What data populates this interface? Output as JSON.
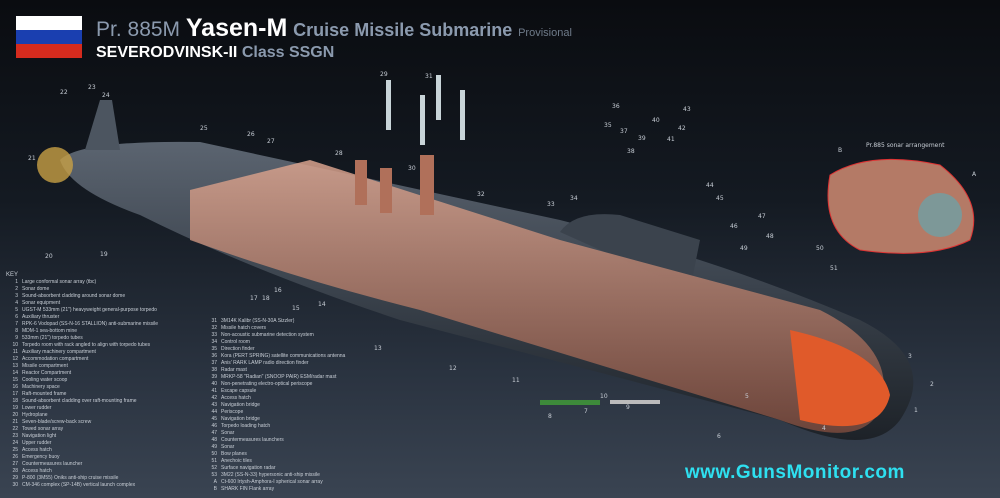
{
  "header": {
    "prefix": "Pr. 885M",
    "name": "Yasen-M",
    "type": "Cruise Missile Submarine",
    "status": "Provisional",
    "subtitle_bold": "SEVERODVINSK-II",
    "subtitle_rest": "Class SSGN"
  },
  "flag_colors": [
    "#ffffff",
    "#1a3fb0",
    "#d52b1e"
  ],
  "key": {
    "heading": "KEY",
    "col1": [
      [
        "1",
        "Large conformal sonar array (tbc)"
      ],
      [
        "2",
        "Sonar dome"
      ],
      [
        "3",
        "Sound-absorbent cladding around sonar dome"
      ],
      [
        "4",
        "Sonar equipment"
      ],
      [
        "5",
        "UGST-M 533mm (21\") heavyweight general-purpose torpedo"
      ],
      [
        "6",
        "Auxiliary thruster"
      ],
      [
        "7",
        "RPK-6 Vodopad (SS-N-16 STALLION) anti-submarine missile"
      ],
      [
        "8",
        "MDM-1 sea-bottom mine"
      ],
      [
        "9",
        "533mm (21\") torpedo tubes"
      ],
      [
        "10",
        "Torpedo room with rack angled to align with torpedo tubes"
      ],
      [
        "11",
        "Auxiliary machinery compartment"
      ],
      [
        "12",
        "Accommodation compartment"
      ],
      [
        "13",
        "Missile compartment"
      ],
      [
        "14",
        "Reactor Compartment"
      ],
      [
        "15",
        "Cooling water scoop"
      ],
      [
        "16",
        "Machinery space"
      ],
      [
        "17",
        "Raft-mounted frame"
      ],
      [
        "18",
        "Sound-absorbent cladding over raft-mounting frame"
      ],
      [
        "19",
        "Lower rudder"
      ],
      [
        "20",
        "Hydroplane"
      ],
      [
        "21",
        "Seven-blade/screw-back screw"
      ],
      [
        "22",
        "Towed sonar array"
      ],
      [
        "23",
        "Navigation light"
      ],
      [
        "24",
        "Upper rudder"
      ],
      [
        "25",
        "Access hatch"
      ],
      [
        "26",
        "Emergency buoy"
      ],
      [
        "27",
        "Countermeasures launcher"
      ],
      [
        "28",
        "Access hatch"
      ],
      [
        "29",
        "P-800 (3M55) Oniks anti-ship cruise missile"
      ],
      [
        "30",
        "CM-346 complex (SP-14B) vertical launch complex"
      ]
    ],
    "col2": [
      [
        "31",
        "3M14K Kalibr (SS-N-30A Sizzler)"
      ],
      [
        "32",
        "Missile hatch covers"
      ],
      [
        "33",
        "Non-acoustic submarine detection system"
      ],
      [
        "34",
        "Control room"
      ],
      [
        "35",
        "Direction finder"
      ],
      [
        "36",
        "Kora (PERT SPRING) satellite communications antenna"
      ],
      [
        "37",
        "Anis' RARK LAMP radio direction finder"
      ],
      [
        "38",
        "Radar mast"
      ],
      [
        "39",
        "MRKP-58 \"Radian\" (SNOOP PAIR) ESM/radar mast"
      ],
      [
        "40",
        "Non-penetrating electro-optical periscope"
      ],
      [
        "41",
        "Escape capsule"
      ],
      [
        "42",
        "Access hatch"
      ],
      [
        "43",
        "Navigation bridge"
      ],
      [
        "44",
        "Periscope"
      ],
      [
        "45",
        "Navigation bridge"
      ],
      [
        "46",
        "Torpedo loading hatch"
      ],
      [
        "47",
        "Sonar"
      ],
      [
        "48",
        "Countermeasures launchers"
      ],
      [
        "49",
        "Sonar"
      ],
      [
        "50",
        "Bow planes"
      ],
      [
        "51",
        "Anechoic tiles"
      ],
      [
        "52",
        "Surface navigation radar"
      ],
      [
        "53",
        "3M22 (SS-N-33) hypersonic anti-ship missile"
      ],
      [
        "A",
        "Ct-600 Irtysh-Amphora-I spherical sonar array"
      ],
      [
        "B",
        "SHARK FIN Flank array"
      ]
    ]
  },
  "callouts": [
    "22",
    "23",
    "24",
    "21",
    "20",
    "19",
    "25",
    "26",
    "27",
    "28",
    "29",
    "30",
    "31",
    "32",
    "33",
    "34",
    "35",
    "36",
    "37",
    "38",
    "39",
    "40",
    "41",
    "42",
    "43",
    "44",
    "45",
    "46",
    "47",
    "48",
    "49",
    "50",
    "51",
    "17",
    "18",
    "16",
    "15",
    "14",
    "13",
    "12",
    "11",
    "10",
    "9",
    "8",
    "7",
    "6",
    "5",
    "4",
    "3",
    "2",
    "1"
  ],
  "inset": {
    "title": "Pr.885 sonar arrangement",
    "label_b": "B",
    "label_a": "A"
  },
  "footer": {
    "website": "www.GunsMonitor.com"
  }
}
